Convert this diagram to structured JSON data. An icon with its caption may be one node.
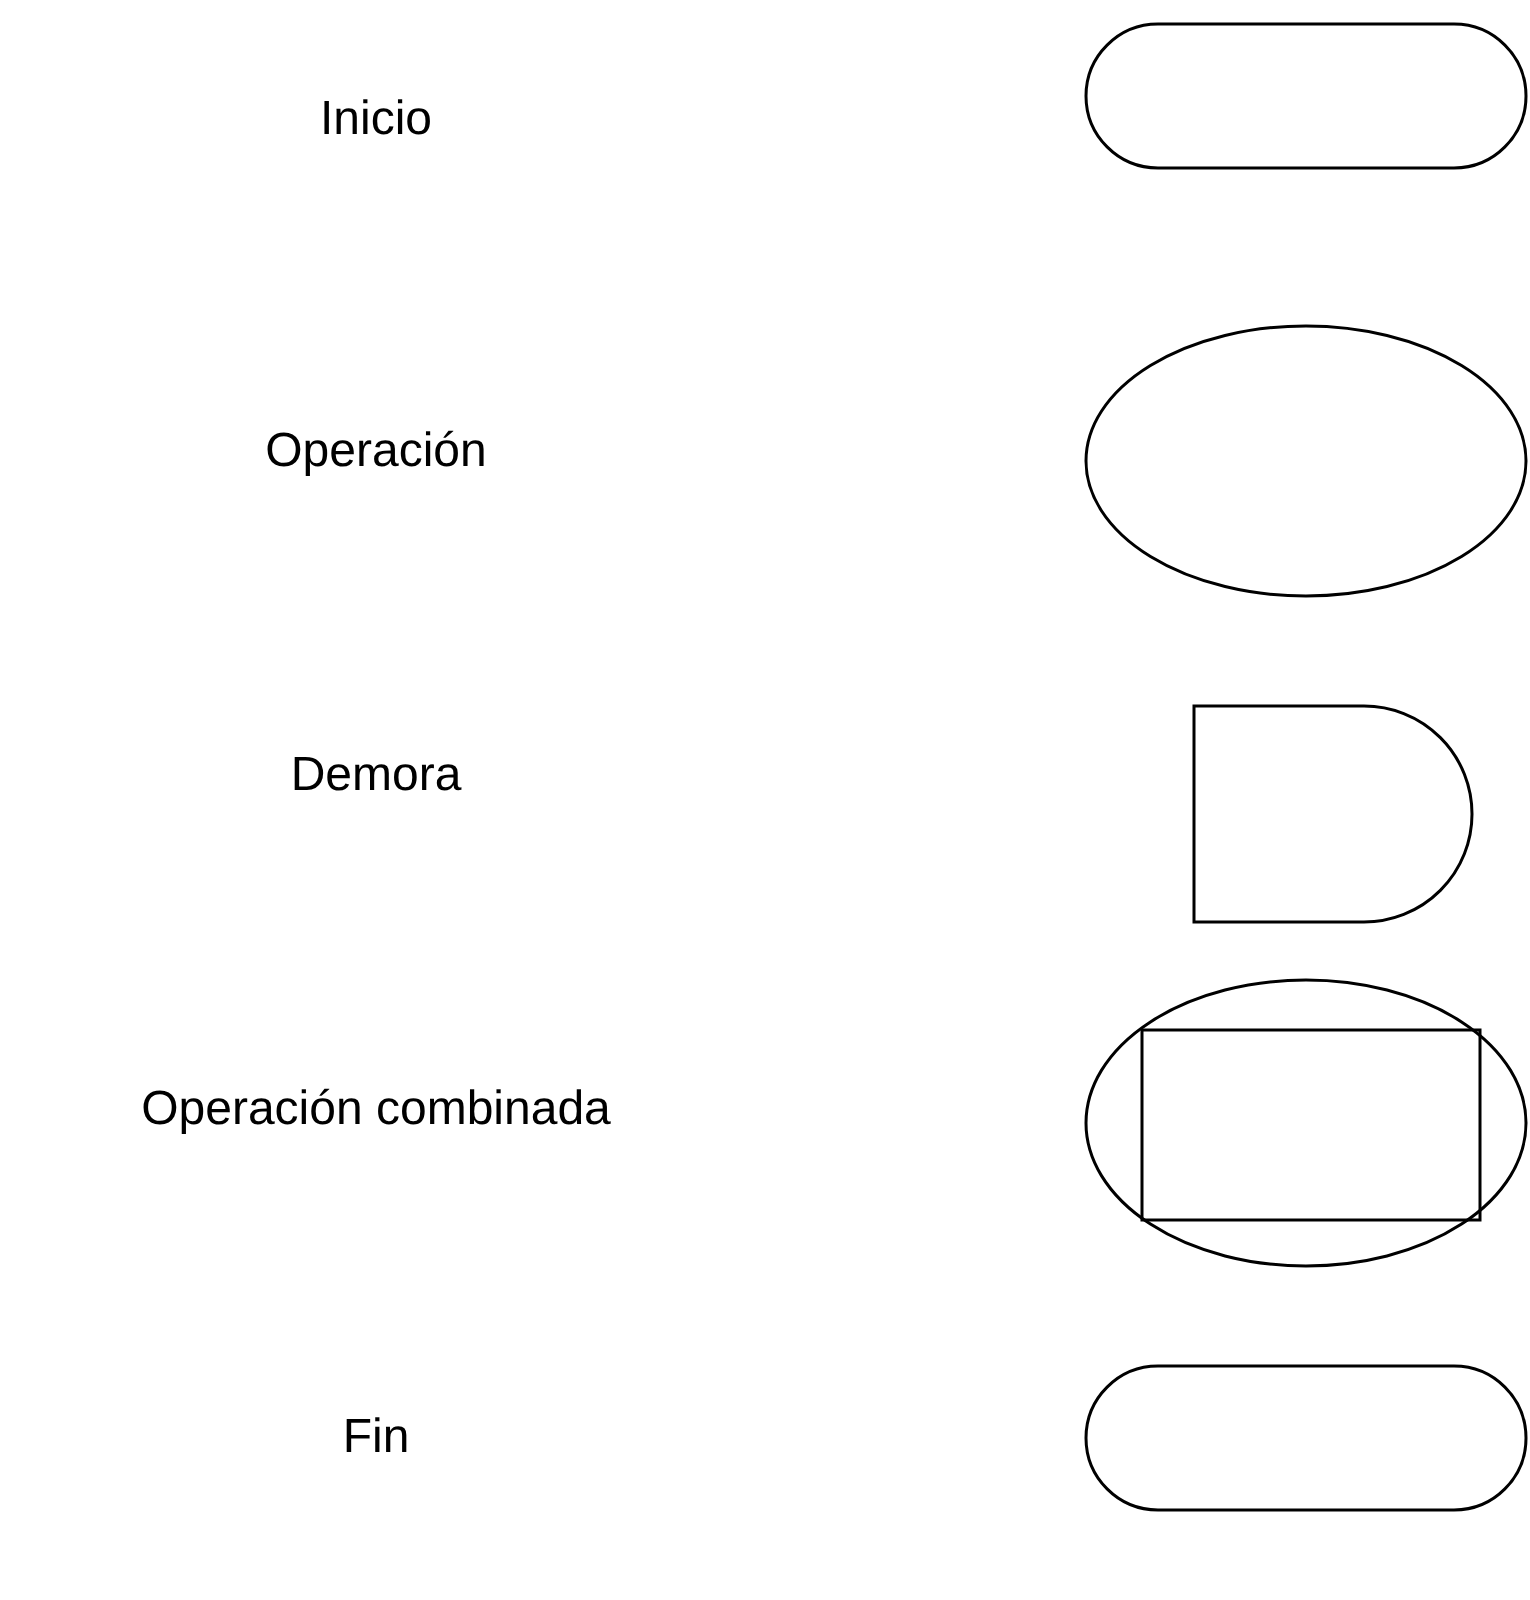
{
  "diagram": {
    "nodes": [
      {
        "text": [],
        "shape": "stadium"
      },
      {
        "text": [],
        "shape": "ellipse"
      },
      {
        "text": [],
        "shape": "delay"
      },
      {
        "text": [],
        "shape": "combined"
      },
      {
        "text": [],
        "shape": "stadium"
      }
    ],
    "labels": [
      "Inicio",
      "Operación",
      "Demora",
      "Operación combinada",
      "Fin"
    ]
  }
}
